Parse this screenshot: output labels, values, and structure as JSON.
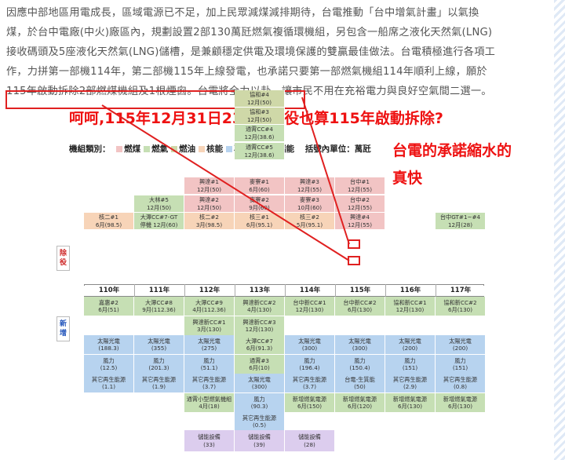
{
  "article": {
    "lines": [
      "因應中部地區用電成長，區域電源已不足，加上民眾減煤減排期待，台電推動「台中增氣計畫」以氣換",
      "煤，於台中電廠(中火)廠區內，規劃設置2部130萬瓩燃氣複循環機組，另包含一船席之液化天然氣(LNG)",
      "接收碼頭及5座液化天然氣(LNG)儲槽，是兼顧穩定供電及環境保護的雙贏最佳做法。台電積極進行各項工",
      "作，力拼第一部機114年，第二部機115年上線發電，也承諾只要第一部燃氣機組114年順利上線，願於",
      "115年啟動拆除2部燃煤機組及1根煙囪。台電將全力以赴，讓市民不用在充裕電力與良好空氣間二選一。"
    ]
  },
  "annotation": {
    "comment1": "呵呵,115年12月31日23:59除役也算115年啟動拆除?",
    "comment2_line1": "台電的承諾縮水的",
    "comment2_line2": "真快",
    "color": "#ee1111"
  },
  "legend": {
    "title": "機組類別：",
    "items": [
      {
        "label": "燃煤",
        "color": "#f2c4c4"
      },
      {
        "label": "燃氣",
        "color": "#c6dfb4"
      },
      {
        "label": "燃油",
        "color": "#cfd8a8"
      },
      {
        "label": "核能",
        "color": "#f7d4b8"
      },
      {
        "label": "再生能源",
        "color": "#b7d3ef"
      },
      {
        "label": "儲能",
        "color": "#dccdee"
      }
    ],
    "unit_note": "括號內單位：萬瓩"
  },
  "side_labels": {
    "remove": "除役",
    "add": "新增"
  },
  "years": [
    "110年",
    "111年",
    "112年",
    "113年",
    "114年",
    "115年",
    "116年",
    "117年"
  ],
  "removal": [
    {
      "col": 3,
      "row": 10,
      "type": "oil",
      "name": "協和#4",
      "detail": "12月(50)"
    },
    {
      "col": 3,
      "row": 9,
      "type": "oil",
      "name": "協和#3",
      "detail": "12月(50)"
    },
    {
      "col": 3,
      "row": 8,
      "type": "gas",
      "name": "通霄CC#4",
      "detail": "12月(38.6)"
    },
    {
      "col": 3,
      "row": 7,
      "type": "gas",
      "name": "通霄CC#5",
      "detail": "12月(38.6)"
    },
    {
      "col": 2,
      "row": 5,
      "type": "coal",
      "name": "興達#1",
      "detail": "12月(50)"
    },
    {
      "col": 3,
      "row": 5,
      "type": "coal",
      "name": "麥寮#1",
      "detail": "6月(60)"
    },
    {
      "col": 4,
      "row": 5,
      "type": "coal",
      "name": "興達#3",
      "detail": "12月(55)"
    },
    {
      "col": 5,
      "row": 5,
      "type": "coal",
      "name": "台中#1",
      "detail": "12月(55)"
    },
    {
      "col": 1,
      "row": 4,
      "type": "gas",
      "name": "大林#5",
      "detail": "12月(50)"
    },
    {
      "col": 2,
      "row": 4,
      "type": "coal",
      "name": "興達#2",
      "detail": "12月(50)"
    },
    {
      "col": 3,
      "row": 4,
      "type": "coal",
      "name": "麥寮#2",
      "detail": "9月(60)"
    },
    {
      "col": 4,
      "row": 4,
      "type": "coal",
      "name": "麥寮#3",
      "detail": "10月(60)"
    },
    {
      "col": 5,
      "row": 4,
      "type": "coal",
      "name": "台中#2",
      "detail": "12月(55)"
    },
    {
      "col": 0,
      "row": 3,
      "type": "nuc",
      "name": "核二#1",
      "detail": "6月(98.5)"
    },
    {
      "col": 1,
      "row": 3,
      "type": "gas",
      "name": "大潭CC#7-GT",
      "detail": "停機 12月(60)"
    },
    {
      "col": 2,
      "row": 3,
      "type": "nuc",
      "name": "核二#2",
      "detail": "3月(98.5)"
    },
    {
      "col": 3,
      "row": 3,
      "type": "nuc",
      "name": "核三#1",
      "detail": "6月(95.1)"
    },
    {
      "col": 4,
      "row": 3,
      "type": "nuc",
      "name": "核三#2",
      "detail": "5月(95.1)"
    },
    {
      "col": 5,
      "row": 3,
      "type": "coal",
      "name": "興達#4",
      "detail": "12月(55)"
    },
    {
      "col": 7,
      "row": 3,
      "type": "gas",
      "name": "台中GT#1~#4",
      "detail": "12月(28)"
    }
  ],
  "additions": [
    {
      "col": 0,
      "row": 0,
      "type": "gas",
      "name": "嘉惠#2",
      "detail": "6月(51)"
    },
    {
      "col": 1,
      "row": 0,
      "type": "gas",
      "name": "大潭CC#8",
      "detail": "9月(112.36)"
    },
    {
      "col": 2,
      "row": 0,
      "type": "gas",
      "name": "大潭CC#9",
      "detail": "4月(112.36)"
    },
    {
      "col": 3,
      "row": 0,
      "type": "gas",
      "name": "興達新CC#2",
      "detail": "4月(130)"
    },
    {
      "col": 4,
      "row": 0,
      "type": "gas",
      "name": "台中新CC#1",
      "detail": "12月(130)"
    },
    {
      "col": 5,
      "row": 0,
      "type": "gas",
      "name": "台中新CC#2",
      "detail": "6月(130)"
    },
    {
      "col": 6,
      "row": 0,
      "type": "gas",
      "name": "協和新CC#1",
      "detail": "12月(130)"
    },
    {
      "col": 7,
      "row": 0,
      "type": "gas",
      "name": "協和新CC#2",
      "detail": "6月(130)"
    },
    {
      "col": 2,
      "row": 1,
      "type": "gas",
      "name": "興達新CC#1",
      "detail": "3月(130)"
    },
    {
      "col": 3,
      "row": 1,
      "type": "gas",
      "name": "興達新CC#3",
      "detail": "12月(130)"
    },
    {
      "col": 0,
      "row": 2,
      "type": "ren",
      "name": "太陽光電",
      "detail": "(188.3)"
    },
    {
      "col": 1,
      "row": 2,
      "type": "ren",
      "name": "太陽光電",
      "detail": "(355)"
    },
    {
      "col": 2,
      "row": 2,
      "type": "ren",
      "name": "太陽光電",
      "detail": "(275)"
    },
    {
      "col": 3,
      "row": 2,
      "type": "gas",
      "name": "大潭CC#7",
      "detail": "6月(91.3)"
    },
    {
      "col": 4,
      "row": 2,
      "type": "ren",
      "name": "太陽光電",
      "detail": "(300)"
    },
    {
      "col": 5,
      "row": 2,
      "type": "ren",
      "name": "太陽光電",
      "detail": "(300)"
    },
    {
      "col": 6,
      "row": 2,
      "type": "ren",
      "name": "太陽光電",
      "detail": "(200)"
    },
    {
      "col": 7,
      "row": 2,
      "type": "ren",
      "name": "太陽光電",
      "detail": "(200)"
    },
    {
      "col": 0,
      "row": 3,
      "type": "ren",
      "name": "風力",
      "detail": "(12.5)"
    },
    {
      "col": 1,
      "row": 3,
      "type": "ren",
      "name": "風力",
      "detail": "(201.3)"
    },
    {
      "col": 2,
      "row": 3,
      "type": "ren",
      "name": "風力",
      "detail": "(51.1)"
    },
    {
      "col": 3,
      "row": 3,
      "type": "gas",
      "name": "通霄#3",
      "detail": "6月(10)"
    },
    {
      "col": 4,
      "row": 3,
      "type": "ren",
      "name": "風力",
      "detail": "(196.4)"
    },
    {
      "col": 5,
      "row": 3,
      "type": "ren",
      "name": "風力",
      "detail": "(150.4)"
    },
    {
      "col": 6,
      "row": 3,
      "type": "ren",
      "name": "風力",
      "detail": "(151)"
    },
    {
      "col": 7,
      "row": 3,
      "type": "ren",
      "name": "風力",
      "detail": "(151)"
    },
    {
      "col": 0,
      "row": 4,
      "type": "ren",
      "name": "其它再生能源",
      "detail": "(1.1)"
    },
    {
      "col": 1,
      "row": 4,
      "type": "ren",
      "name": "其它再生能源",
      "detail": "(1.9)"
    },
    {
      "col": 2,
      "row": 4,
      "type": "ren",
      "name": "其它再生能源",
      "detail": "(3.7)"
    },
    {
      "col": 3,
      "row": 4,
      "type": "ren",
      "name": "太陽光電",
      "detail": "(300)"
    },
    {
      "col": 4,
      "row": 4,
      "type": "ren",
      "name": "其它再生能源",
      "detail": "(3.7)"
    },
    {
      "col": 5,
      "row": 4,
      "type": "ren",
      "name": "台電-生質能",
      "detail": "(50)"
    },
    {
      "col": 6,
      "row": 4,
      "type": "ren",
      "name": "其它再生能源",
      "detail": "(2.9)"
    },
    {
      "col": 7,
      "row": 4,
      "type": "ren",
      "name": "其它再生能源",
      "detail": "(0.8)"
    },
    {
      "col": 2,
      "row": 5,
      "type": "gas",
      "name": "通霄小型燃氣機組",
      "detail": "4月(18)"
    },
    {
      "col": 3,
      "row": 5,
      "type": "ren",
      "name": "風力",
      "detail": "(90.3)"
    },
    {
      "col": 4,
      "row": 5,
      "type": "gas",
      "name": "新增燃氣電源",
      "detail": "6月(150)"
    },
    {
      "col": 5,
      "row": 5,
      "type": "gas",
      "name": "新增燃氣電源",
      "detail": "6月(120)"
    },
    {
      "col": 6,
      "row": 5,
      "type": "gas",
      "name": "新增燃氣電源",
      "detail": "6月(130)"
    },
    {
      "col": 7,
      "row": 5,
      "type": "gas",
      "name": "新增燃氣電源",
      "detail": "6月(130)"
    },
    {
      "col": 3,
      "row": 6,
      "type": "ren",
      "name": "其它再生能源",
      "detail": "(0.5)"
    },
    {
      "col": 2,
      "row": 7,
      "type": "sto",
      "name": "儲能設備",
      "detail": "(33)"
    },
    {
      "col": 3,
      "row": 7,
      "type": "sto",
      "name": "儲能設備",
      "detail": "(39)"
    },
    {
      "col": 4,
      "row": 7,
      "type": "sto",
      "name": "儲能設備",
      "detail": "(28)"
    }
  ]
}
